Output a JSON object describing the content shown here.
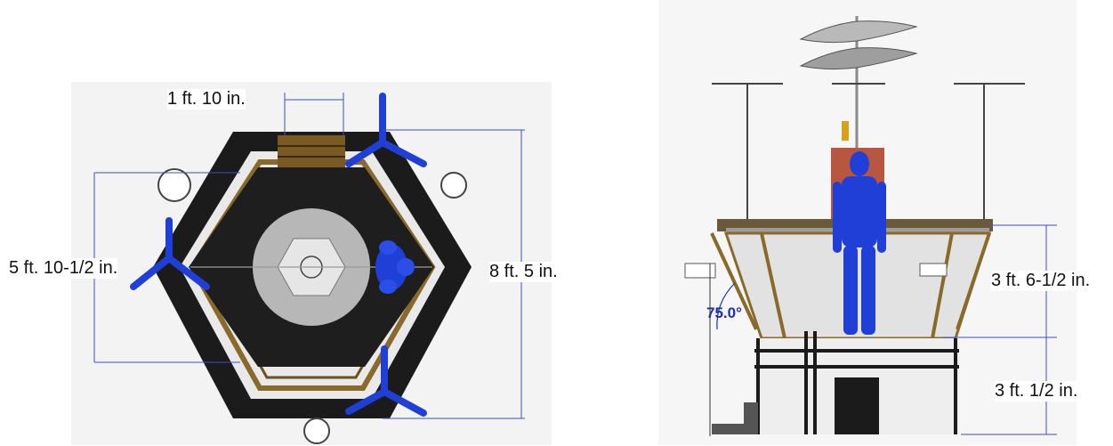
{
  "top_view": {
    "dim_width_top": "1 ft. 10 in.",
    "dim_left_height": "5 ft. 10-1/2 in.",
    "dim_right_height": "8 ft. 5 in."
  },
  "side_view": {
    "dim_upper_height": "3 ft. 6-1/2 in.",
    "dim_lower_height": "3 ft. 1/2 in.",
    "angle": "75.0°"
  },
  "colors": {
    "frame": "#1a1a1a",
    "wood": "#8a6a2a",
    "mannequin": "#1f3fd6",
    "fan_blades": "#1f3fd6",
    "dimension_line": "#3b4fd0",
    "back_panel": "#b8563f"
  }
}
